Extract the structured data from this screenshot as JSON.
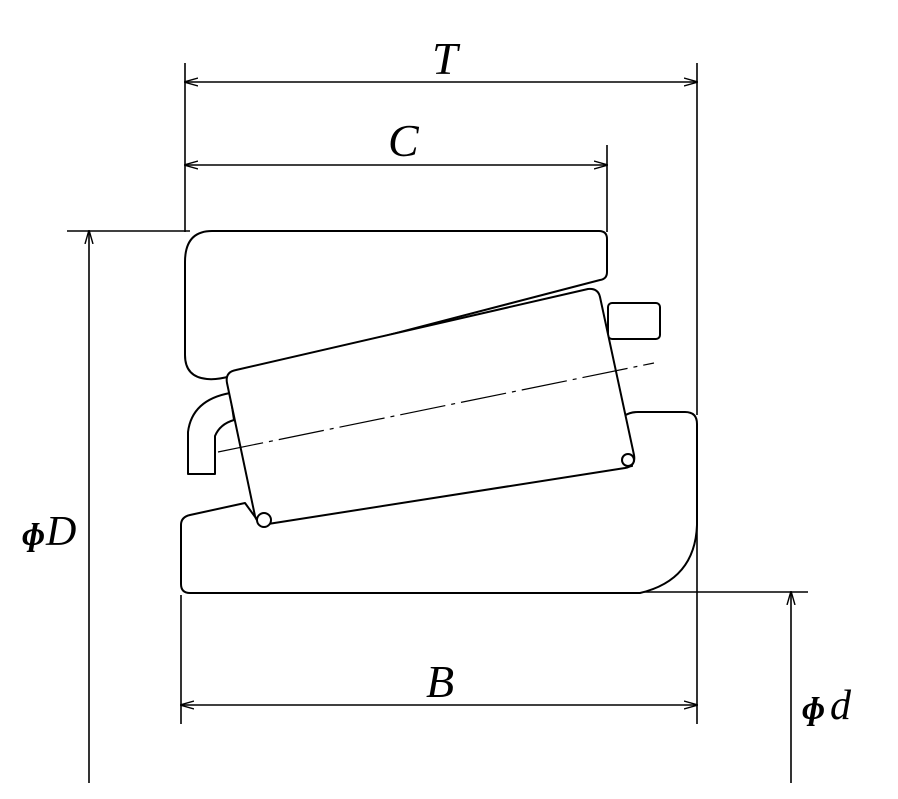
{
  "labels": {
    "T": "T",
    "C": "C",
    "B": "B",
    "phi_symbol": "ɸ",
    "D": "D",
    "d": "d"
  }
}
